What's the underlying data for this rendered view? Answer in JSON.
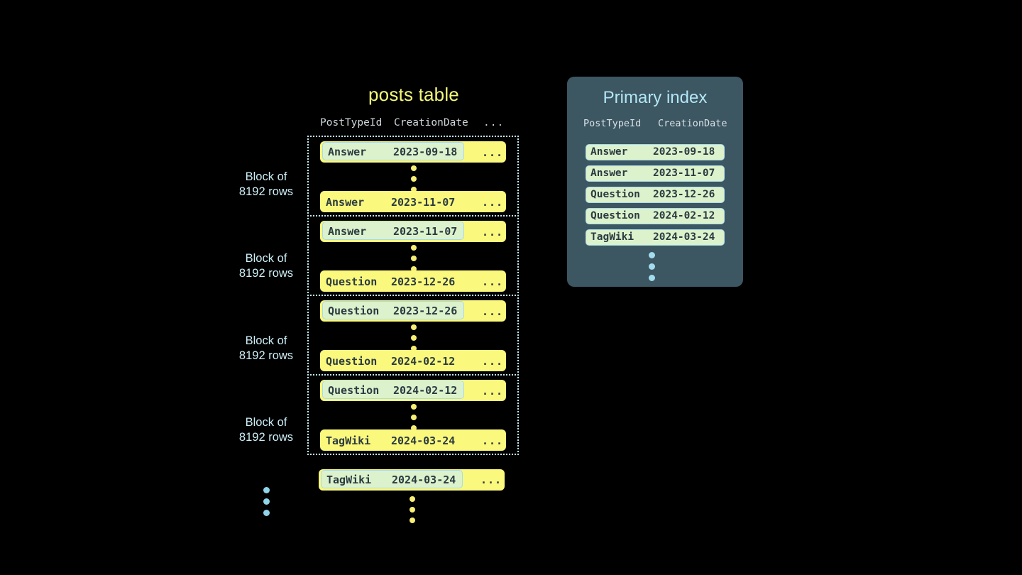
{
  "background_color": "#000000",
  "colors": {
    "row_yellow": "#fbf87e",
    "highlight_green": "#dcf2cc",
    "highlight_border": "#a9dbe8",
    "block_border": "#bfe9f2",
    "panel_slate": "#3c5662",
    "title_yellow": "#f6f87a",
    "title_blue": "#b3e6f5",
    "label_blue": "#cdeef7",
    "mono_text_dark": "#2b3b42",
    "header_gray": "#cfd6da"
  },
  "posts_table": {
    "title": "posts table",
    "columns": [
      "PostTypeId",
      "CreationDate",
      "..."
    ],
    "block_label": "Block of\n8192 rows",
    "block_label_line1": "Block of",
    "block_label_line2": "8192 rows",
    "ellipsis_cell": "...",
    "blocks": [
      {
        "label_line1": "Block of",
        "label_line2": "8192 rows",
        "first_row": {
          "post_type_id": "Answer",
          "creation_date": "2023-09-18",
          "more": "...",
          "highlighted": true
        },
        "last_row": {
          "post_type_id": "Answer",
          "creation_date": "2023-11-07",
          "more": "...",
          "highlighted": false
        }
      },
      {
        "label_line1": "Block of",
        "label_line2": "8192 rows",
        "first_row": {
          "post_type_id": "Answer",
          "creation_date": "2023-11-07",
          "more": "...",
          "highlighted": true
        },
        "last_row": {
          "post_type_id": "Question",
          "creation_date": "2023-12-26",
          "more": "...",
          "highlighted": false
        }
      },
      {
        "label_line1": "Block of",
        "label_line2": "8192 rows",
        "first_row": {
          "post_type_id": "Question",
          "creation_date": "2023-12-26",
          "more": "...",
          "highlighted": true
        },
        "last_row": {
          "post_type_id": "Question",
          "creation_date": "2024-02-12",
          "more": "...",
          "highlighted": false
        }
      },
      {
        "label_line1": "Block of",
        "label_line2": "8192 rows",
        "first_row": {
          "post_type_id": "Question",
          "creation_date": "2024-02-12",
          "more": "...",
          "highlighted": true
        },
        "last_row": {
          "post_type_id": "TagWiki",
          "creation_date": "2024-03-24",
          "more": "...",
          "highlighted": false
        }
      }
    ],
    "trailing_row": {
      "post_type_id": "TagWiki",
      "creation_date": "2024-03-24",
      "more": "...",
      "highlighted": true
    }
  },
  "primary_index": {
    "title": "Primary index",
    "columns": [
      "PostTypeId",
      "CreationDate"
    ],
    "rows": [
      {
        "post_type_id": "Answer",
        "creation_date": "2023-09-18"
      },
      {
        "post_type_id": "Answer",
        "creation_date": "2023-11-07"
      },
      {
        "post_type_id": "Question",
        "creation_date": "2023-12-26"
      },
      {
        "post_type_id": "Question",
        "creation_date": "2024-02-12"
      },
      {
        "post_type_id": "TagWiki",
        "creation_date": "2024-03-24"
      }
    ]
  }
}
